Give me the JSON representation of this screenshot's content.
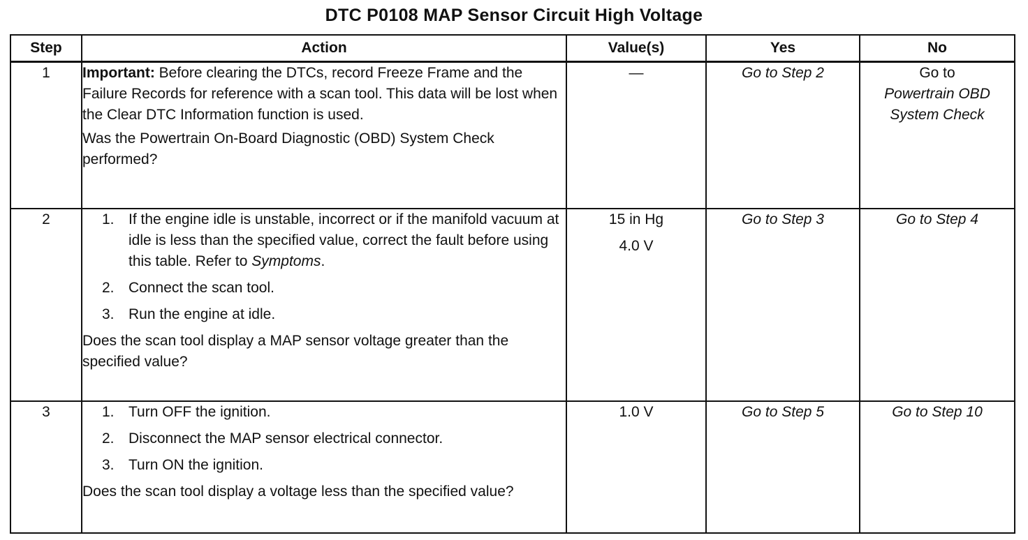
{
  "title": "DTC P0108 MAP Sensor Circuit High Voltage",
  "headers": {
    "step": "Step",
    "action": "Action",
    "values": "Value(s)",
    "yes": "Yes",
    "no": "No"
  },
  "rows": [
    {
      "step": "1",
      "important_label": "Important:",
      "important_text": " Before clearing the DTCs, record Freeze Frame and the Failure Records for reference with a scan tool. This data will be lost when the Clear DTC Information function is used.",
      "question": "Was the Powertrain On-Board Diagnostic (OBD) System Check performed?",
      "value": "—",
      "yes": "Go to Step 2",
      "no_prefix": "Go to",
      "no_ref": "Powertrain OBD System Check"
    },
    {
      "step": "2",
      "item1_text": "If the engine idle is unstable, incorrect or if the manifold vacuum at idle is less than the specified value, correct the fault before using this table. Refer to ",
      "item1_ref": "Symptoms",
      "item1_end": ".",
      "item2": "Connect the scan tool.",
      "item3": "Run the engine at idle.",
      "question": "Does the scan tool display a MAP sensor voltage greater than the specified value?",
      "value1": "15 in Hg",
      "value2": "4.0 V",
      "yes": "Go to Step 3",
      "no": "Go to Step 4"
    },
    {
      "step": "3",
      "item1": "Turn OFF the ignition.",
      "item2": "Disconnect the MAP sensor electrical connector.",
      "item3": "Turn ON the ignition.",
      "question": "Does the scan tool display a voltage less than the specified value?",
      "value": "1.0 V",
      "yes": "Go to Step 5",
      "no": "Go to Step 10"
    }
  ],
  "list_numbers": [
    "1.",
    "2.",
    "3."
  ]
}
